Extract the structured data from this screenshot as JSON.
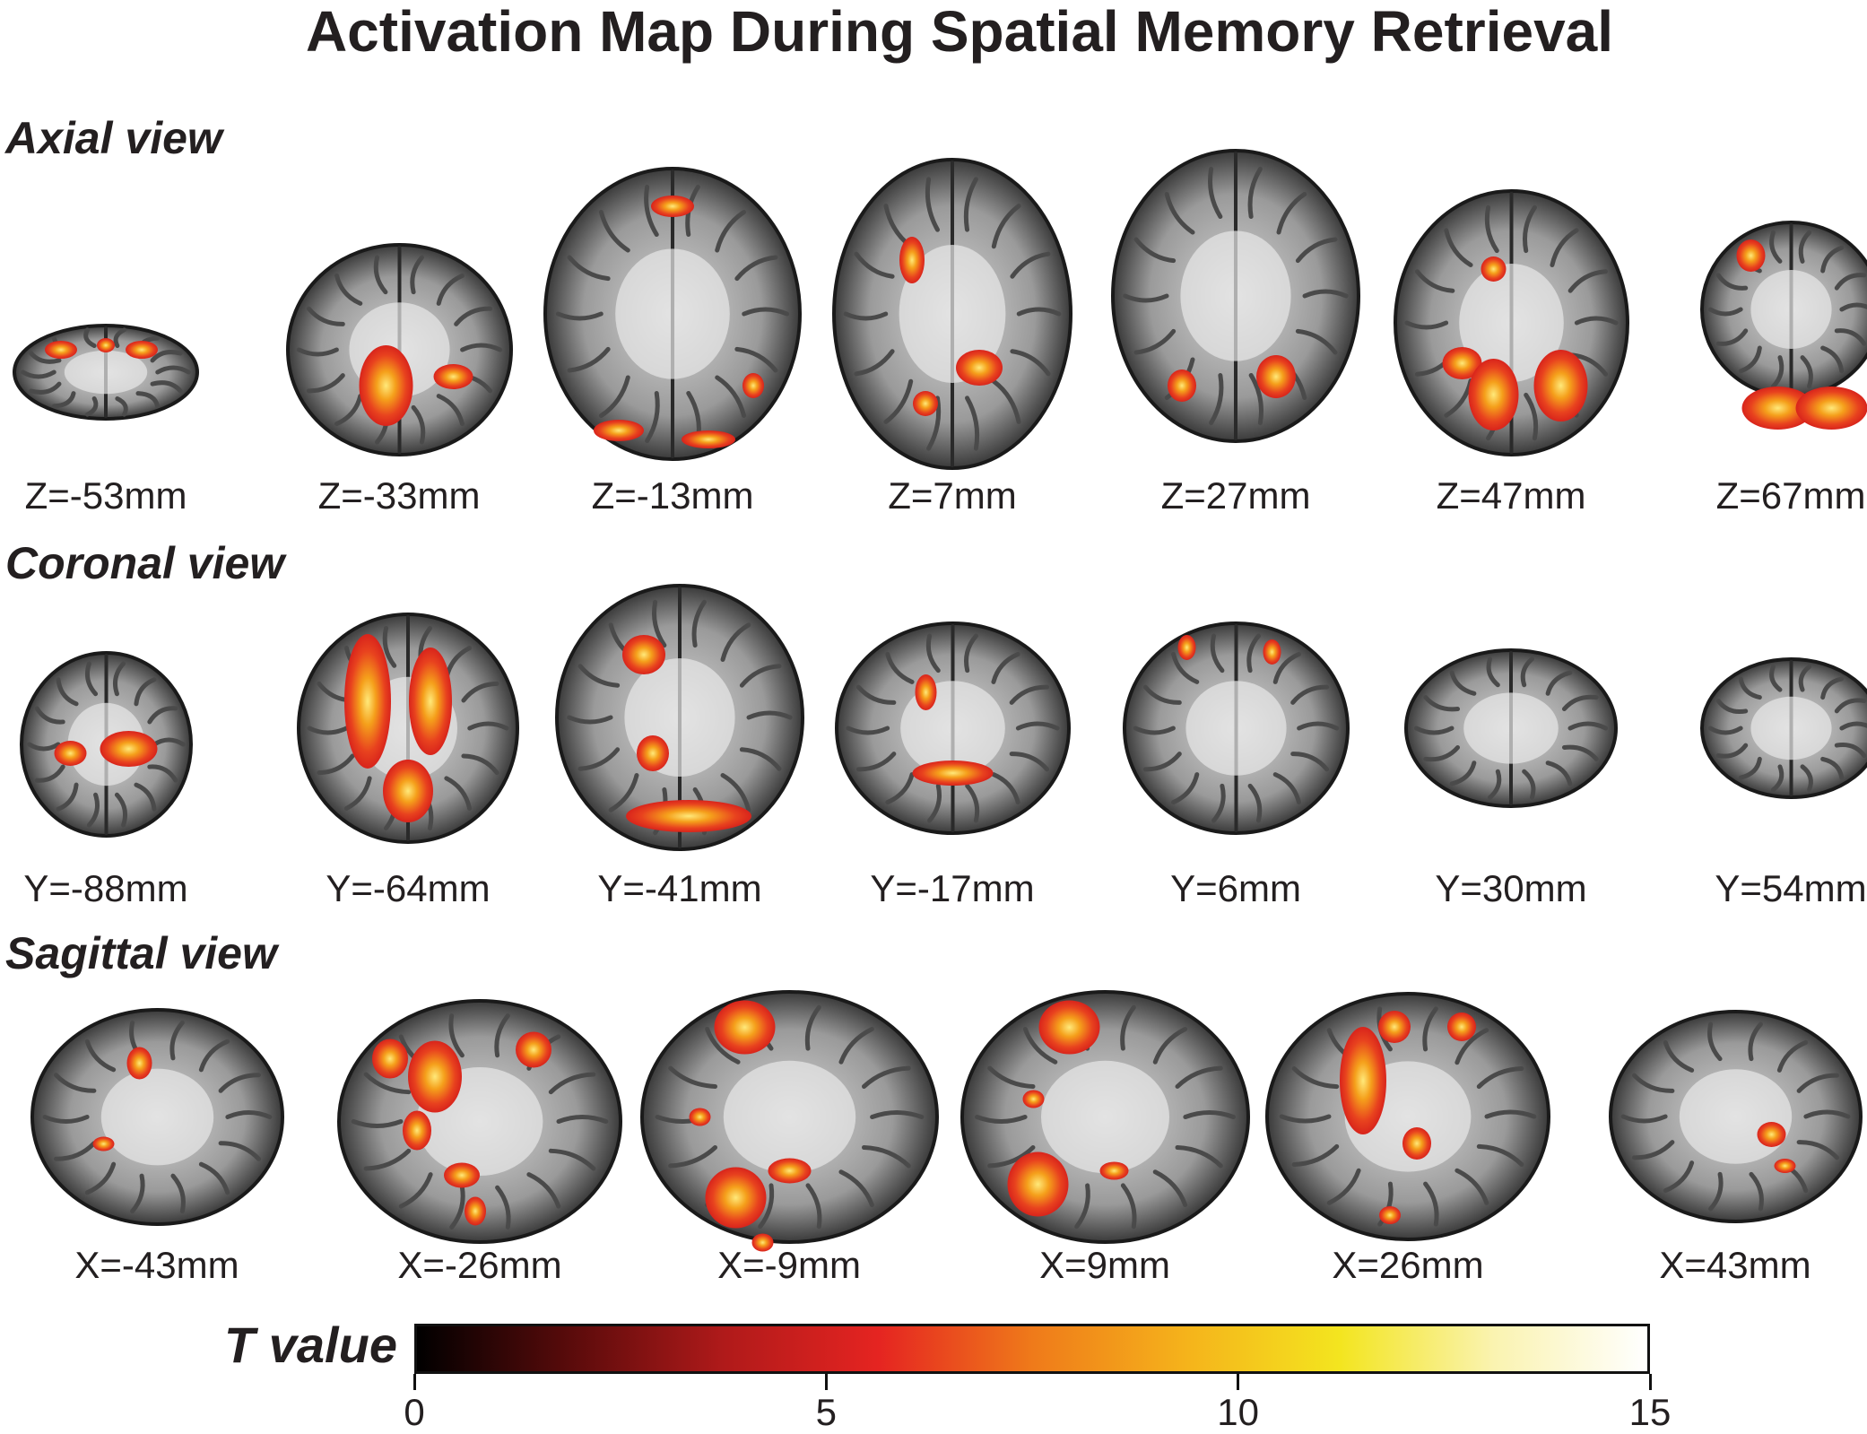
{
  "title": "Activation Map During Spatial Memory Retrieval",
  "sections": {
    "axial": {
      "label": "Axial view",
      "slices": [
        "Z=-53mm",
        "Z=-33mm",
        "Z=-13mm",
        "Z=7mm",
        "Z=27mm",
        "Z=47mm",
        "Z=67mm"
      ]
    },
    "coronal": {
      "label": "Coronal view",
      "slices": [
        "Y=-88mm",
        "Y=-64mm",
        "Y=-41mm",
        "Y=-17mm",
        "Y=6mm",
        "Y=30mm",
        "Y=54mm"
      ]
    },
    "sagittal": {
      "label": "Sagittal view",
      "slices": [
        "X=-43mm",
        "X=-26mm",
        "X=-9mm",
        "X=9mm",
        "X=26mm",
        "X=43mm"
      ]
    }
  },
  "colorbar": {
    "label": "T value",
    "min": 0,
    "max": 15,
    "ticks": [
      "0",
      "5",
      "10",
      "15"
    ],
    "colors": [
      "#000000",
      "#5a0b0b",
      "#b01a1a",
      "#e52421",
      "#ef7a1a",
      "#f5b31b",
      "#f3e51f",
      "#faf3b0",
      "#ffffff"
    ]
  }
}
